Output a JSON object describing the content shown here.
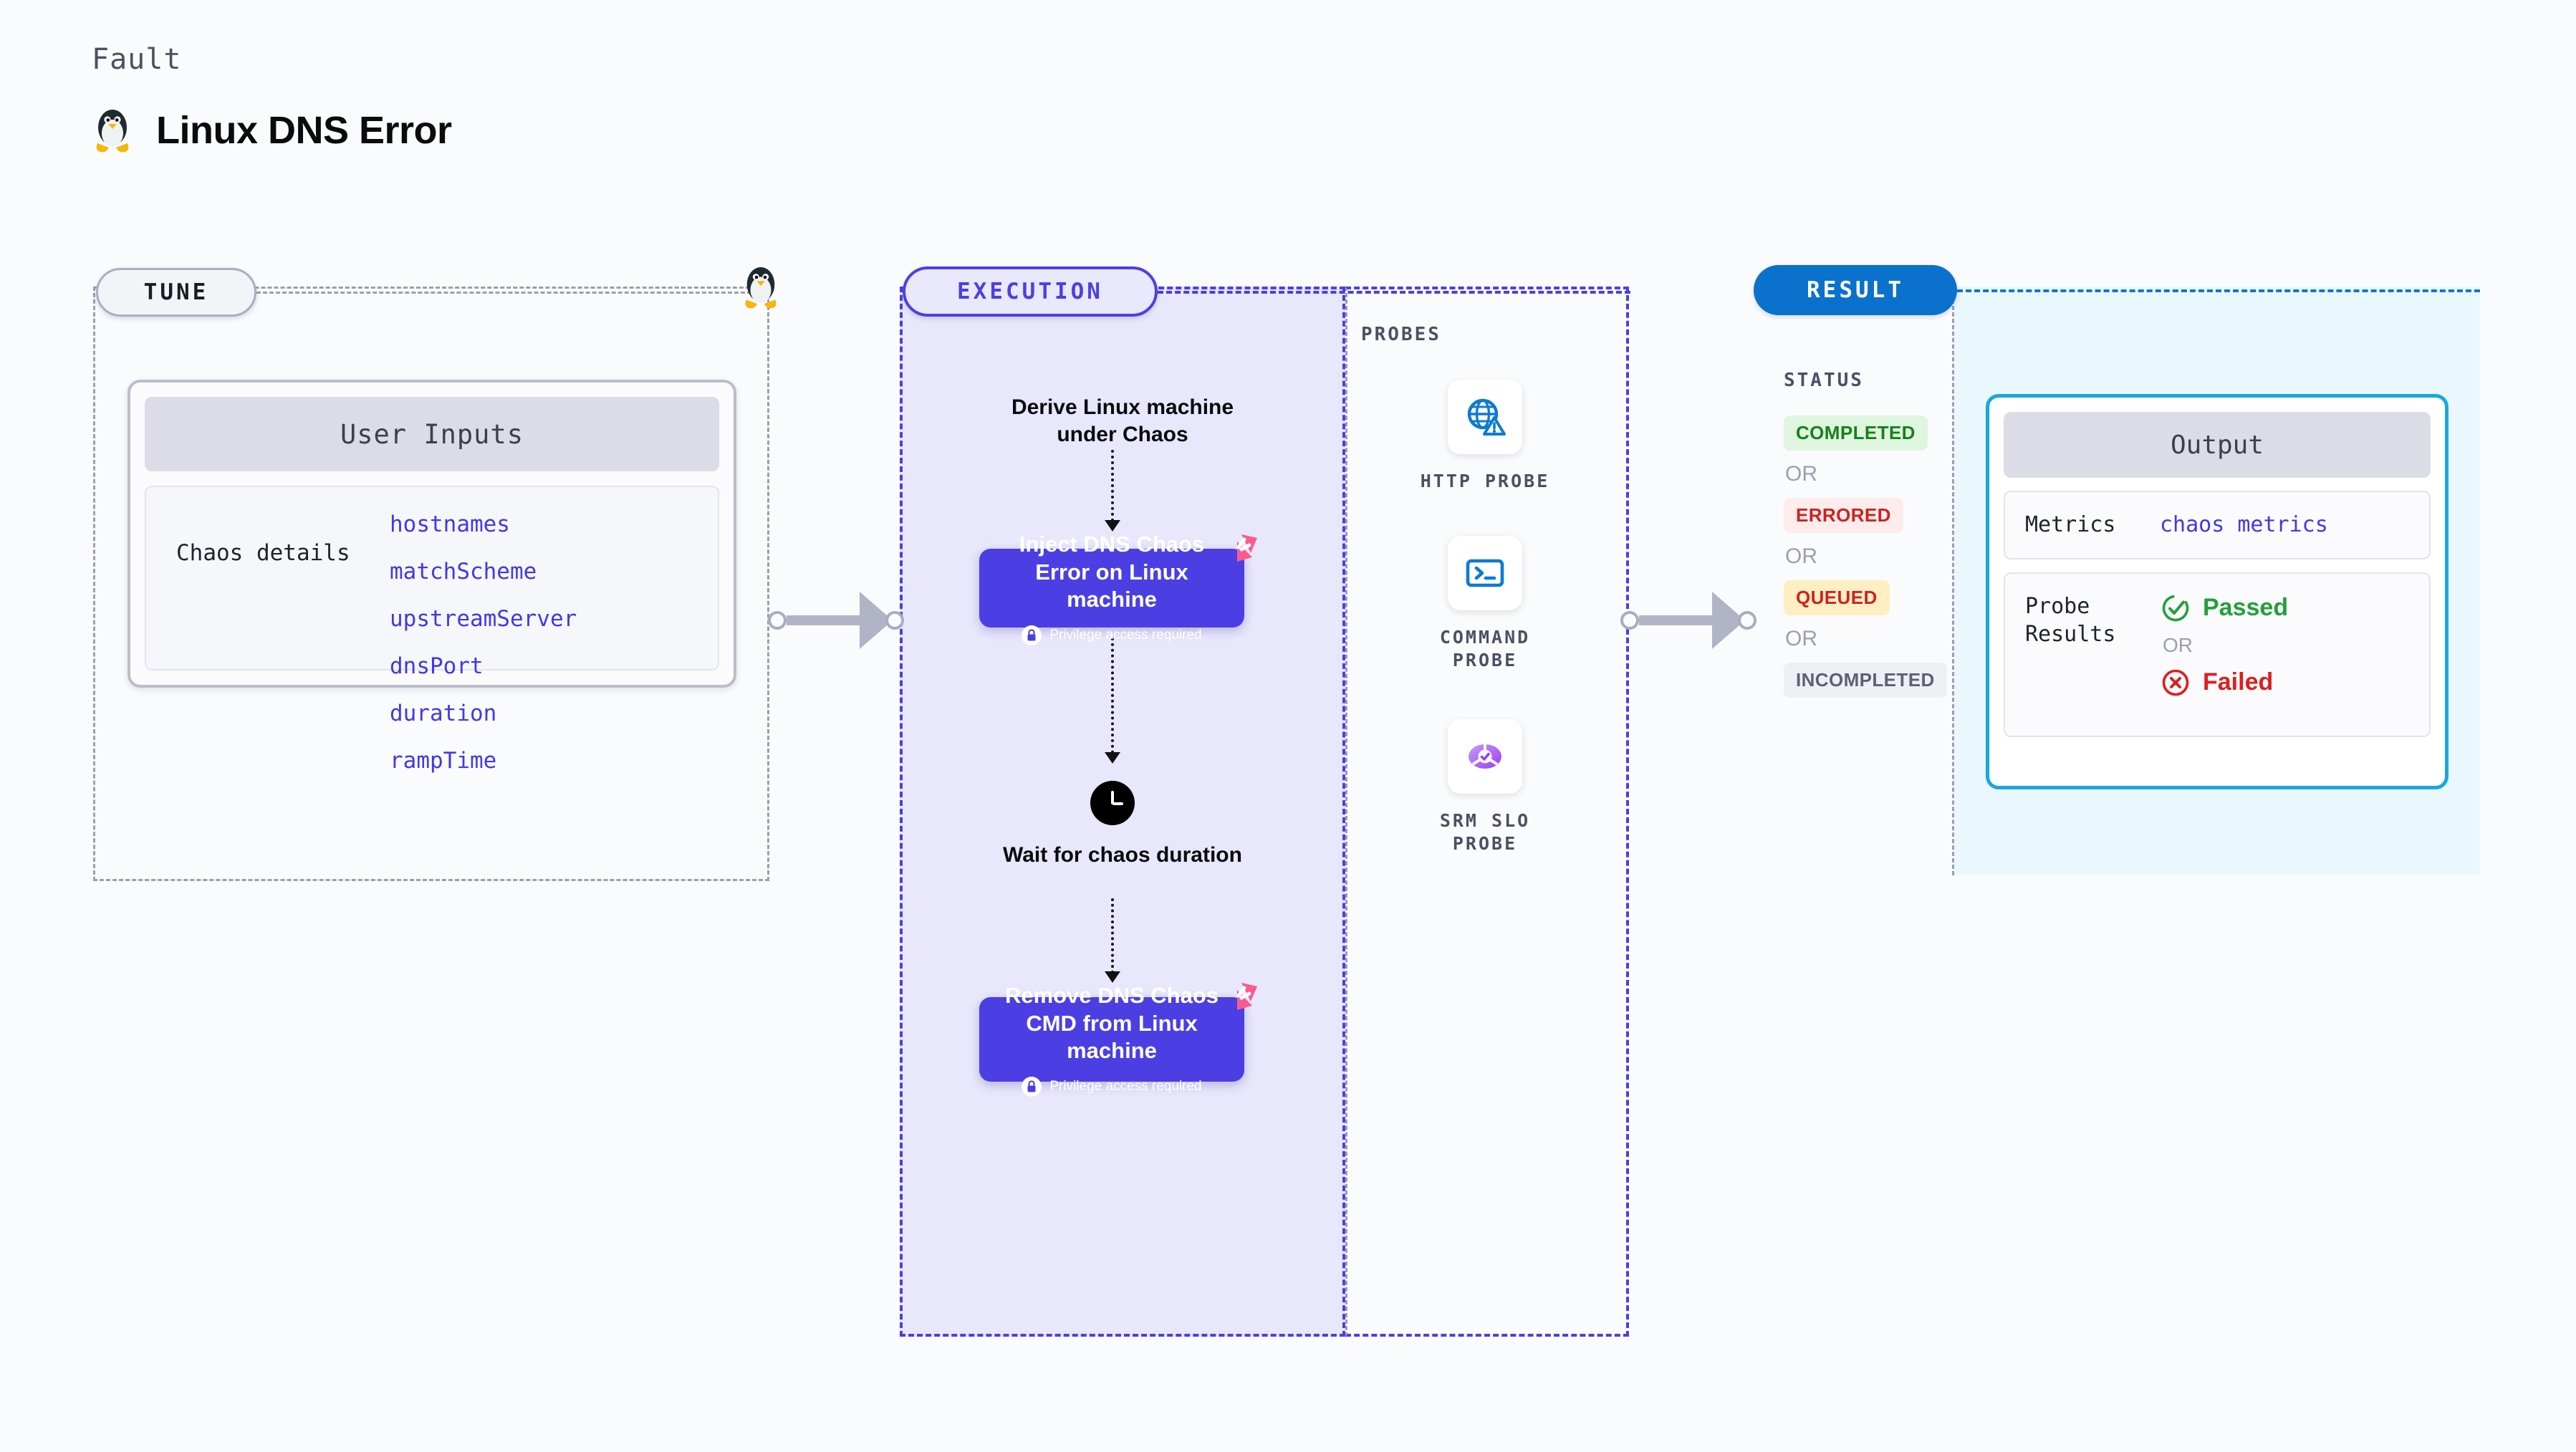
{
  "header": {
    "eyebrow": "Fault",
    "title": "Linux DNS Error",
    "icon": "linux-penguin-icon"
  },
  "tune": {
    "pill_label": "TUNE",
    "card": {
      "header": "User Inputs",
      "key_label": "Chaos details",
      "values": [
        "hostnames",
        "matchScheme",
        "upstreamServer",
        "dnsPort",
        "duration",
        "rampTime"
      ]
    }
  },
  "execution": {
    "pill_label": "EXECUTION",
    "steps": [
      {
        "type": "text",
        "label": "Derive Linux machine under Chaos"
      },
      {
        "type": "block",
        "label": "Inject DNS Chaos Error on Linux machine",
        "note": "Privilege access required",
        "badge": "harness-logo-icon",
        "lock": "lock-icon"
      },
      {
        "type": "wait",
        "label": "Wait for chaos duration",
        "icon": "clock-icon"
      },
      {
        "type": "block",
        "label": "Remove DNS Chaos CMD from Linux machine",
        "note": "Privilege access required",
        "badge": "harness-logo-icon",
        "lock": "lock-icon"
      }
    ]
  },
  "probes": {
    "section_label": "PROBES",
    "items": [
      {
        "label": "HTTP PROBE",
        "icon": "globe-warning-icon"
      },
      {
        "label": "COMMAND PROBE",
        "icon": "terminal-icon"
      },
      {
        "label": "SRM SLO PROBE",
        "icon": "srm-slo-icon"
      }
    ]
  },
  "result": {
    "pill_label": "RESULT",
    "status_label": "STATUS",
    "or_label": "OR",
    "statuses": [
      {
        "label": "COMPLETED",
        "bg": "#dff5df",
        "fg": "#17801b"
      },
      {
        "label": "ERRORED",
        "bg": "#fdecec",
        "fg": "#cc2222"
      },
      {
        "label": "QUEUED",
        "bg": "#fdeec4",
        "fg": "#cc2222"
      },
      {
        "label": "INCOMPLETED",
        "bg": "#eef0f5",
        "fg": "#5b6274"
      }
    ],
    "output": {
      "header": "Output",
      "metrics_key": "Metrics",
      "metrics_value": "chaos metrics",
      "probe_results_key": "Probe Results",
      "passed_label": "Passed",
      "failed_label": "Failed",
      "or_label": "OR",
      "passed_icon": "check-circle-icon",
      "failed_icon": "x-circle-icon"
    }
  },
  "colors": {
    "execution_accent": "#4b3fe4",
    "result_accent": "#0a78d4",
    "output_border": "#19a7e0",
    "tune_border": "#9aa0ae",
    "harness_pink": "#fb5a8f",
    "probe_blue": "#0d7ad4",
    "probe_purple": "#a04ef0",
    "passed_green": "#22a03a",
    "failed_red": "#dd1f1f"
  }
}
